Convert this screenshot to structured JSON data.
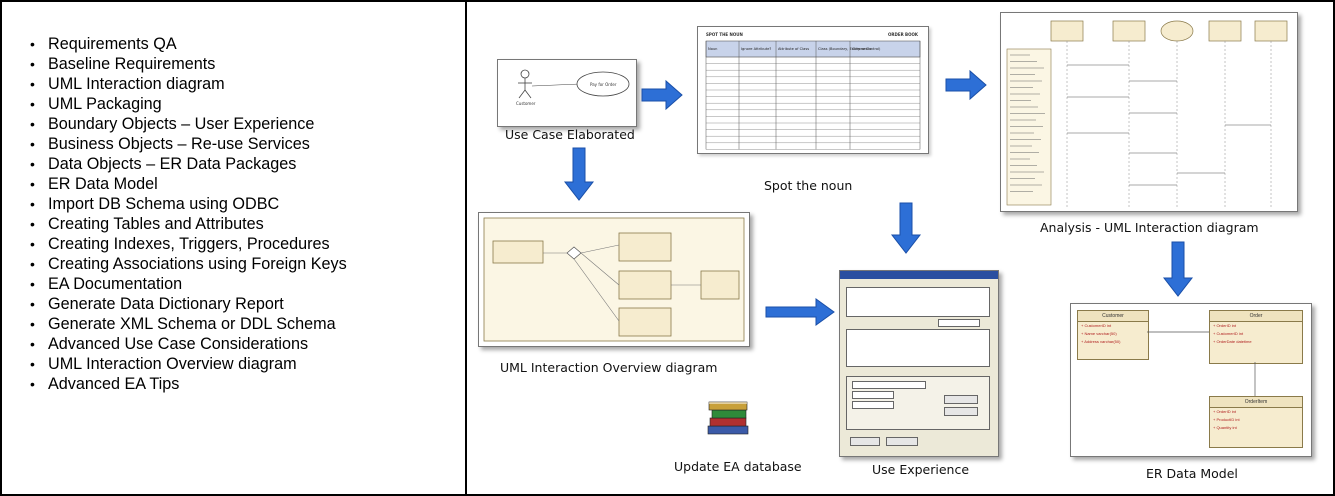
{
  "topics": [
    "Requirements QA",
    "Baseline Requirements",
    "UML Interaction diagram",
    "UML Packaging",
    "Boundary Objects – User Experience",
    "Business Objects – Re-use Services",
    "Data Objects – ER Data Packages",
    "ER Data Model",
    "Import DB Schema using ODBC",
    "Creating Tables and Attributes",
    "Creating Indexes, Triggers, Procedures",
    "Creating Associations using Foreign Keys",
    "EA Documentation",
    "Generate Data Dictionary Report",
    "Generate XML Schema or DDL Schema",
    "Advanced Use Case Considerations",
    "UML Interaction Overview diagram",
    "Advanced EA Tips"
  ],
  "diagram": {
    "use_case_caption": "Use Case Elaborated",
    "spot_noun_caption": "Spot the noun",
    "analysis_caption": "Analysis - UML Interaction diagram",
    "overview_caption": "UML Interaction Overview diagram",
    "use_experience_caption": "Use Experience",
    "update_db_caption": "Update EA database",
    "er_caption": "ER Data Model",
    "use_case_actor": "Customer",
    "use_case_oval": "Pay for Order",
    "noun_sheet_title": "SPOT THE NOUN",
    "noun_sheet_right": "ORDER BOOK",
    "noun_headers": [
      "Noun",
      "Ignore Attribute?",
      "Attribute of Class",
      "Class (Boundary, Entity or Control)",
      "Comments"
    ],
    "er_tables": [
      "Customer",
      "Order",
      "OrderItem"
    ]
  },
  "colors": {
    "arrow": "#2d6fd6",
    "arrow_dark": "#1a4fa8",
    "ea_yellow": "#f6eccf"
  }
}
